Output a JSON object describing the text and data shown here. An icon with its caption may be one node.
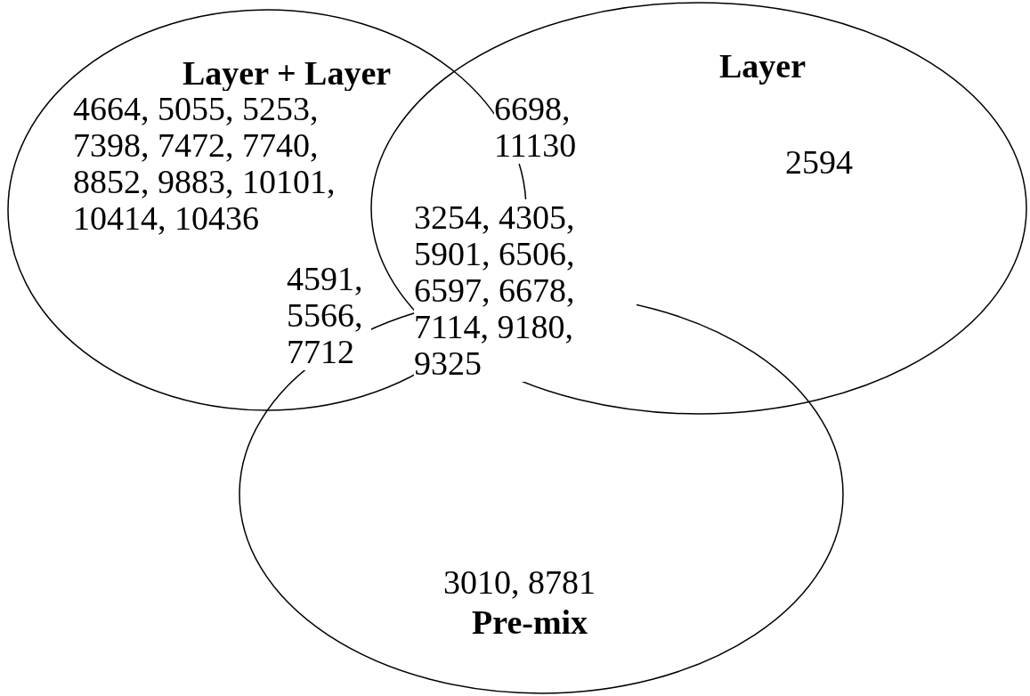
{
  "diagram": {
    "nodes": [
      {
        "text": [
          "Layer + Layer",
          "4664, 5055, 5253, 7398, 7472, 7740, 8852, 9883, 10101, 10414, 10436"
        ]
      },
      {
        "text": [
          "Layer",
          "2594"
        ]
      },
      {
        "text": [
          "3010, 8781",
          "Pre-mix"
        ]
      }
    ],
    "labels": [
      "6698, 11130",
      "3254, 4305, 5901, 6506, 6597, 6678, 7114, 9180, 9325",
      "4591, 5566, 7712"
    ]
  }
}
